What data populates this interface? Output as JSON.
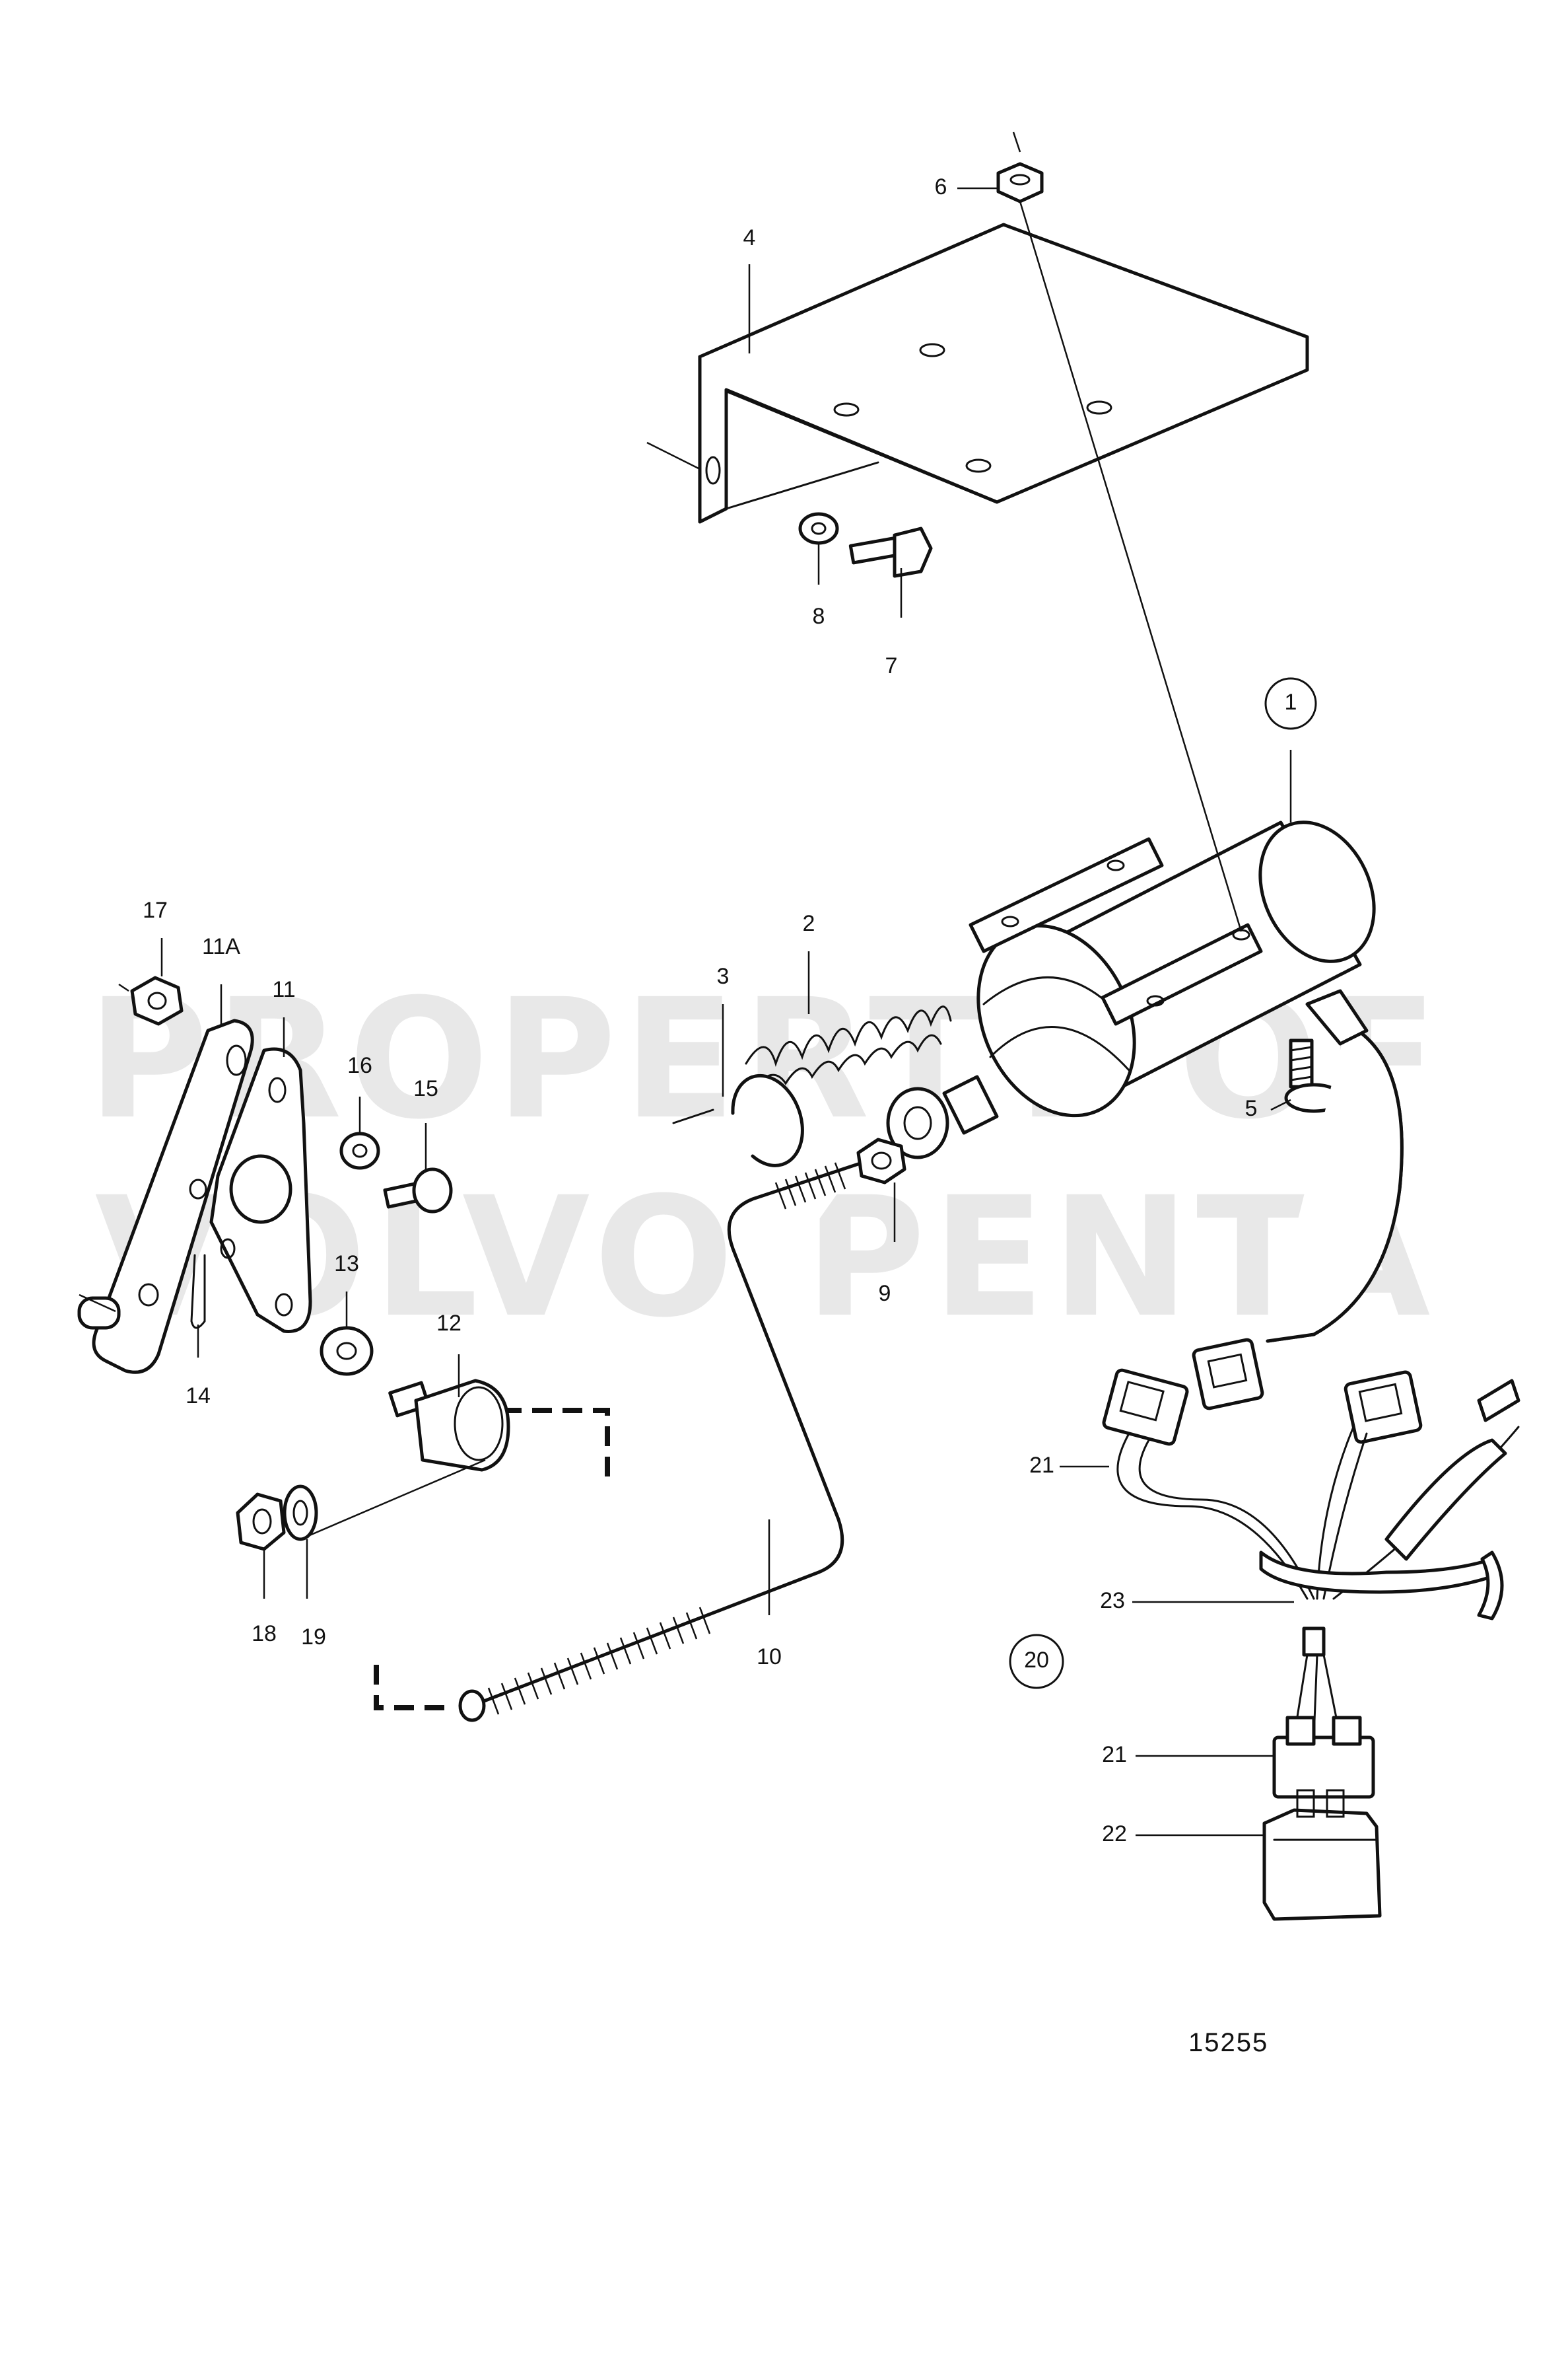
{
  "diagram": {
    "drawing_number": "15255",
    "watermark_lines": [
      "PROPERTY OF",
      "VOLVO PENTA"
    ],
    "labels": [
      {
        "id": "1",
        "text": "1",
        "circled": true
      },
      {
        "id": "2",
        "text": "2"
      },
      {
        "id": "3",
        "text": "3"
      },
      {
        "id": "4",
        "text": "4"
      },
      {
        "id": "5",
        "text": "5"
      },
      {
        "id": "6",
        "text": "6"
      },
      {
        "id": "7",
        "text": "7"
      },
      {
        "id": "8",
        "text": "8"
      },
      {
        "id": "9",
        "text": "9"
      },
      {
        "id": "10",
        "text": "10"
      },
      {
        "id": "11",
        "text": "11"
      },
      {
        "id": "11a",
        "text": "11A"
      },
      {
        "id": "12",
        "text": "12"
      },
      {
        "id": "13",
        "text": "13"
      },
      {
        "id": "14",
        "text": "14"
      },
      {
        "id": "15",
        "text": "15"
      },
      {
        "id": "16",
        "text": "16"
      },
      {
        "id": "17",
        "text": "17"
      },
      {
        "id": "18",
        "text": "18"
      },
      {
        "id": "19",
        "text": "19"
      },
      {
        "id": "20",
        "text": "20",
        "circled": true
      },
      {
        "id": "21a",
        "text": "21"
      },
      {
        "id": "21b",
        "text": "21"
      },
      {
        "id": "22",
        "text": "22"
      },
      {
        "id": "23",
        "text": "23"
      }
    ]
  }
}
